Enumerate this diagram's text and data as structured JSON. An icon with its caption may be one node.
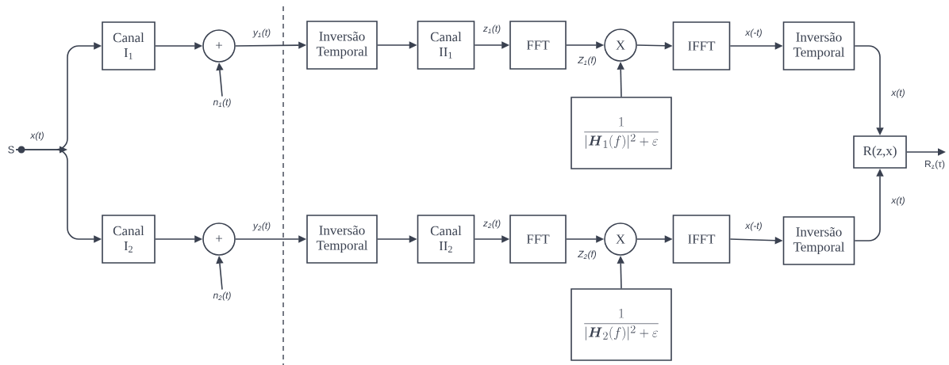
{
  "diagram": {
    "nodes": [
      {
        "text": [
          "S"
        ]
      },
      {
        "text": [
          "Canal I$_{1}$"
        ]
      },
      {
        "text": [
          "+"
        ]
      },
      {
        "text": [
          "n$_{1}$(t)"
        ]
      },
      {
        "text": [
          "Inversão Temporal"
        ]
      },
      {
        "text": [
          "Canal II$_{1}$"
        ]
      },
      {
        "text": [
          "FFT"
        ]
      },
      {
        "text": [
          "X"
        ]
      },
      {
        "text": [
          "\\frac{1}{|\\boldsymbol{H}_{1}(f)|^{2}+\\varepsilon}"
        ]
      },
      {
        "text": [
          "IFFT"
        ]
      },
      {
        "text": [
          "Inversão Temporal"
        ]
      },
      {
        "text": [
          "R(z,x)"
        ]
      },
      {
        "text": [
          "Canal I$_{2}$"
        ]
      },
      {
        "text": [
          "+"
        ]
      },
      {
        "text": [
          "n$_{2}$(t)"
        ]
      },
      {
        "text": [
          "Inversão Temporal"
        ]
      },
      {
        "text": [
          "Canal II$_{2}$"
        ]
      },
      {
        "text": [
          "FFT"
        ]
      },
      {
        "text": [
          "X"
        ]
      },
      {
        "text": [
          "\\frac{1}{|\\boldsymbol{H}_{2}(f)|^{2}+\\varepsilon}"
        ]
      },
      {
        "text": [
          "IFFT"
        ]
      },
      {
        "text": [
          "Inversão Temporal"
        ]
      }
    ],
    "edges": [
      {
        "from": 0,
        "to": 1,
        "arrow": "to",
        "label": "x(t)"
      },
      {
        "from": 0,
        "to": 12,
        "arrow": "to"
      },
      {
        "from": 1,
        "to": 2,
        "arrow": "to"
      },
      {
        "from": 3,
        "to": 2,
        "arrow": "to"
      },
      {
        "from": 2,
        "to": 4,
        "arrow": "to",
        "label": "y$_{1}$(t)"
      },
      {
        "from": 4,
        "to": 5,
        "arrow": "to"
      },
      {
        "from": 5,
        "to": 6,
        "arrow": "to",
        "label": "z$_{1}$(t)"
      },
      {
        "from": 6,
        "to": 7,
        "arrow": "to",
        "label": "Z$_{1}$(f)"
      },
      {
        "from": 8,
        "to": 7,
        "arrow": "to"
      },
      {
        "from": 7,
        "to": 9,
        "arrow": "to"
      },
      {
        "from": 9,
        "to": 10,
        "arrow": "to",
        "label": "x(-t)"
      },
      {
        "from": 10,
        "to": 11,
        "arrow": "to",
        "label": "x(t)"
      },
      {
        "from": 11,
        "to": null,
        "arrow": "to",
        "label": "R$_{z}$(τ)"
      },
      {
        "from": 12,
        "to": 13,
        "arrow": "to"
      },
      {
        "from": 14,
        "to": 13,
        "arrow": "to"
      },
      {
        "from": 13,
        "to": 15,
        "arrow": "to",
        "label": "y$_{2}$(t)"
      },
      {
        "from": 15,
        "to": 16,
        "arrow": "to"
      },
      {
        "from": 16,
        "to": 17,
        "arrow": "to",
        "label": "z$_{2}$(t)"
      },
      {
        "from": 17,
        "to": 18,
        "arrow": "to",
        "label": "Z$_{2}$(f)"
      },
      {
        "from": 19,
        "to": 18,
        "arrow": "to"
      },
      {
        "from": 18,
        "to": 20,
        "arrow": "to"
      },
      {
        "from": 20,
        "to": 21,
        "arrow": "to",
        "label": "x(-t)"
      },
      {
        "from": 21,
        "to": 11,
        "arrow": "to",
        "label": "x(t)"
      }
    ]
  }
}
